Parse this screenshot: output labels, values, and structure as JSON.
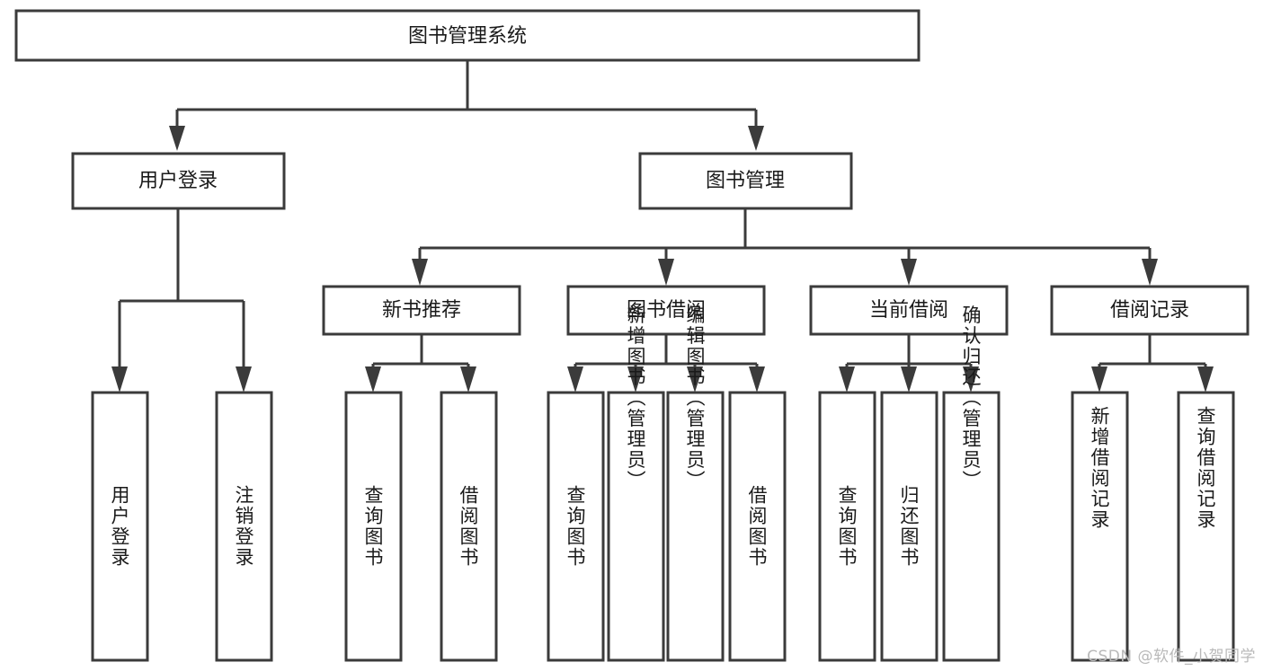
{
  "diagram": {
    "title": "图书管理系统",
    "watermark": "CSDN @软件_小贺同学",
    "type": "tree-hierarchy",
    "root": {
      "id": "root",
      "label": "图书管理系统",
      "level": 0
    },
    "level1": [
      {
        "id": "user-login",
        "label": "用户登录"
      },
      {
        "id": "book-management",
        "label": "图书管理"
      }
    ],
    "level2": [
      {
        "id": "new-book-recommend",
        "label": "新书推荐",
        "parent": "book-management"
      },
      {
        "id": "book-borrow",
        "label": "图书借阅",
        "parent": "book-management"
      },
      {
        "id": "current-borrow",
        "label": "当前借阅",
        "parent": "book-management"
      },
      {
        "id": "borrow-record",
        "label": "借阅记录",
        "parent": "book-management"
      }
    ],
    "leaves": {
      "user-login": [
        {
          "id": "leaf-user-login",
          "label": "用户登录"
        },
        {
          "id": "leaf-user-logout",
          "label": "注销登录"
        }
      ],
      "new-book-recommend": [
        {
          "id": "leaf-query-book-1",
          "label": "查询图书"
        },
        {
          "id": "leaf-borrow-book-1",
          "label": "借阅图书"
        }
      ],
      "book-borrow": [
        {
          "id": "leaf-query-book-2",
          "label": "查询图书"
        },
        {
          "id": "leaf-add-book",
          "label": "新增图书（管理员）"
        },
        {
          "id": "leaf-edit-book",
          "label": "编辑图书（管理员）"
        },
        {
          "id": "leaf-borrow-book-2",
          "label": "借阅图书"
        }
      ],
      "current-borrow": [
        {
          "id": "leaf-query-book-3",
          "label": "查询图书"
        },
        {
          "id": "leaf-return-book",
          "label": "归还图书"
        },
        {
          "id": "leaf-confirm-return",
          "label": "确认归还（管理员）"
        }
      ],
      "borrow-record": [
        {
          "id": "leaf-add-record",
          "label": "新增借阅记录"
        },
        {
          "id": "leaf-query-record",
          "label": "查询借阅记录"
        }
      ]
    },
    "colors": {
      "stroke": "#3b3b3b",
      "fill": "#ffffff",
      "text": "#1a1a1a",
      "watermark": "#b9b9b9"
    }
  }
}
